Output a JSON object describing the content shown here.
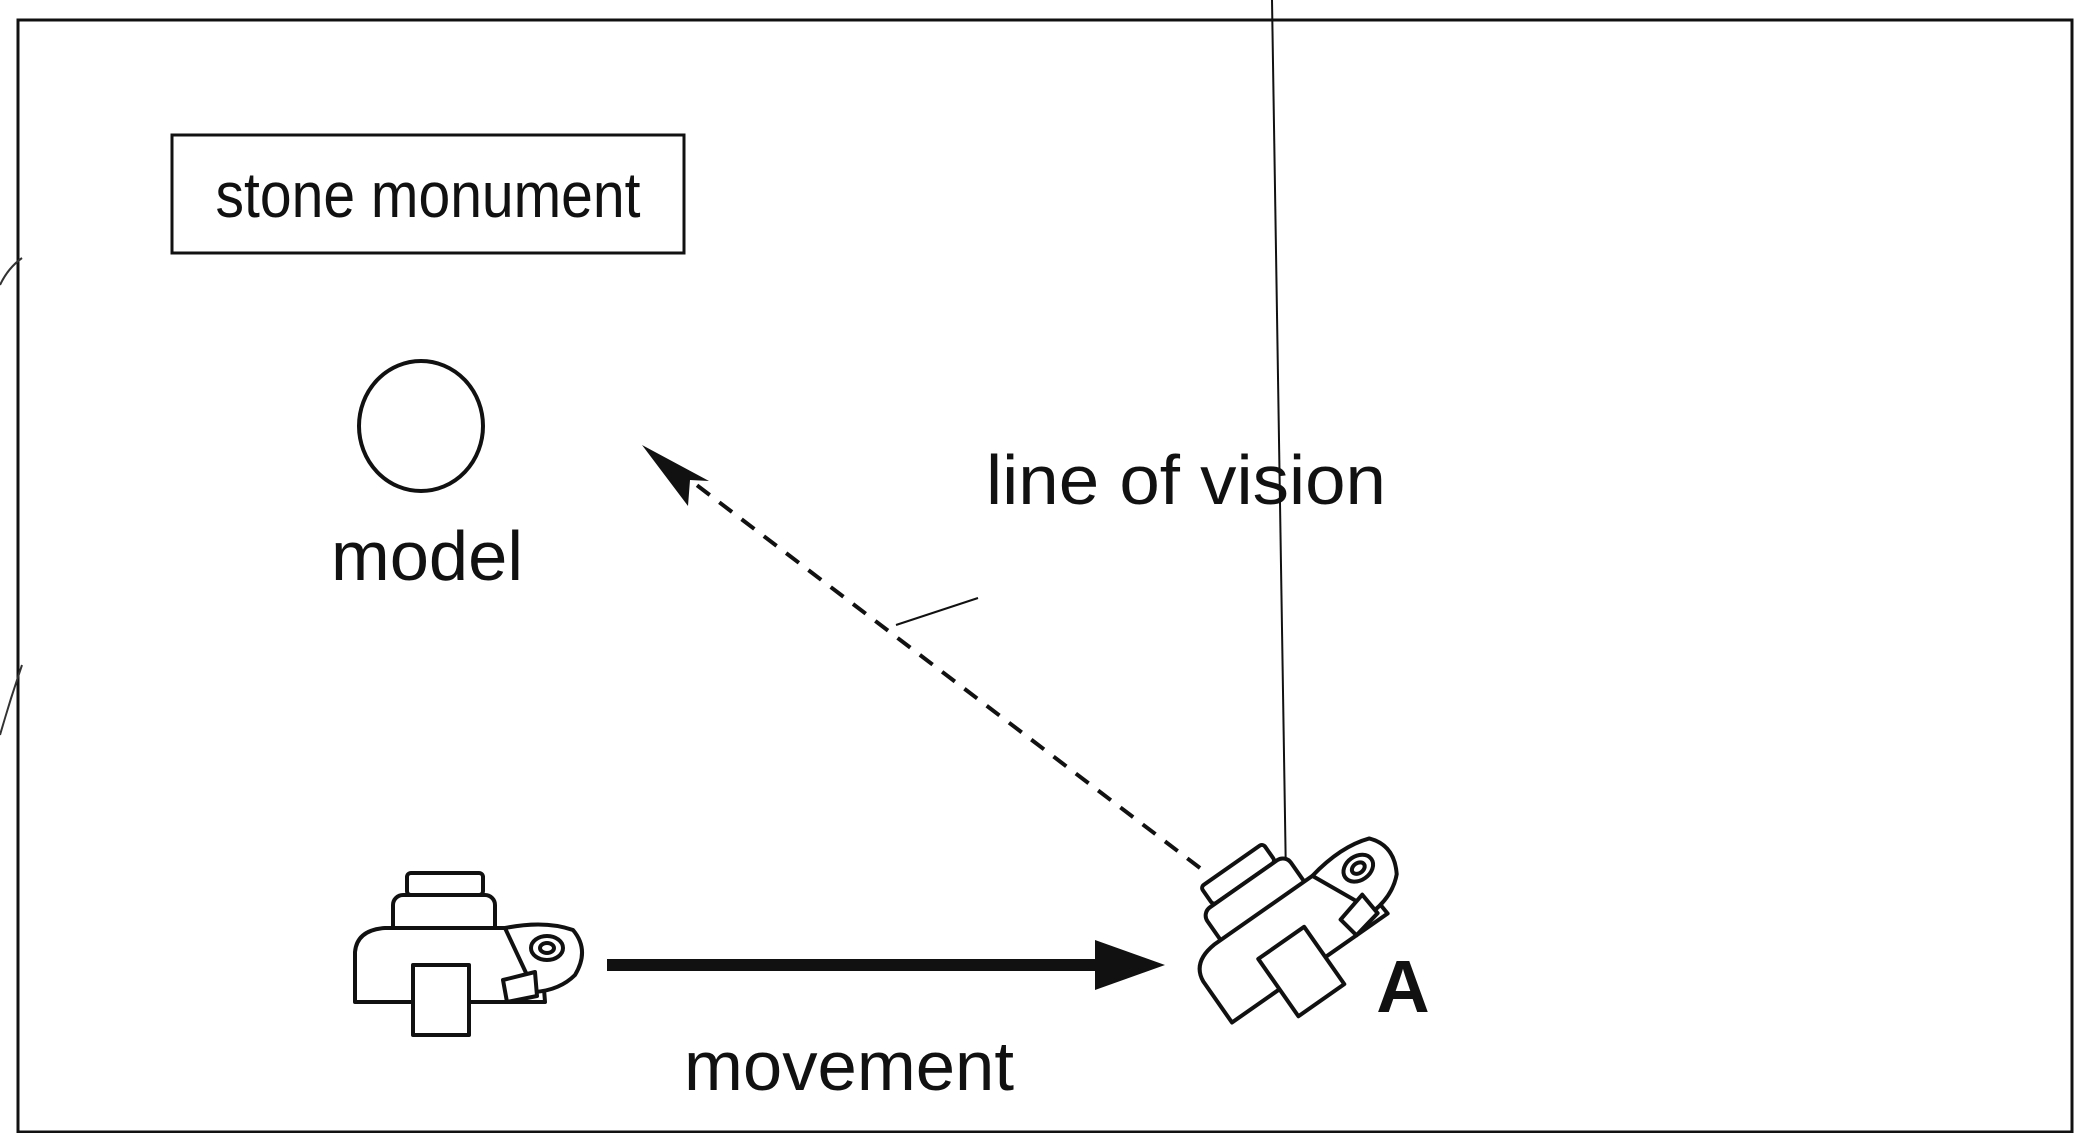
{
  "labels": {
    "stone_monument": "stone monument",
    "model": "model",
    "line_of_vision": "line of vision",
    "movement": "movement",
    "position_a": "A"
  },
  "colors": {
    "ink": "#111111",
    "background": "#ffffff"
  },
  "icons": {
    "camera_start": "camera-icon",
    "camera_at_a": "camera-icon",
    "model_marker": "circle"
  }
}
